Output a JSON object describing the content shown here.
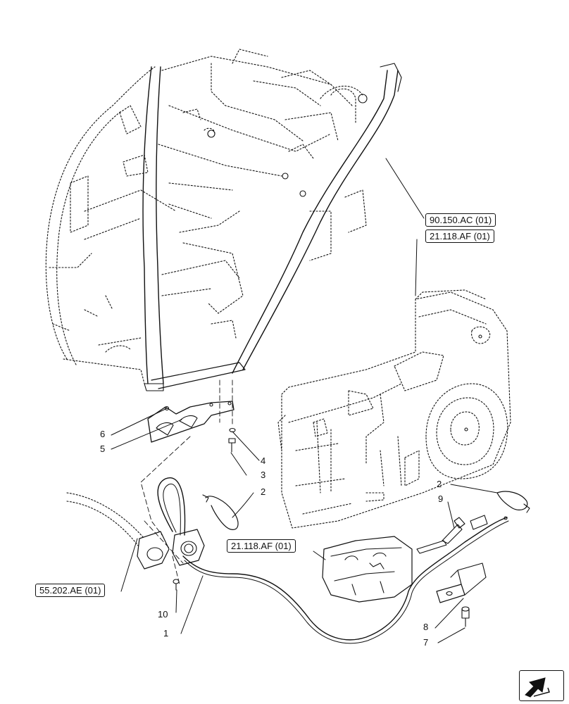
{
  "references": {
    "ref_90_150_ac": "90.150.AC (01)",
    "ref_21_118_af_top": "21.118.AF (01)",
    "ref_21_118_af_mid": "21.118.AF (01)",
    "ref_55_202_ae": "55.202.AE (01)"
  },
  "callouts": {
    "c1": "1",
    "c2_left": "2",
    "c2_right": "2",
    "c3": "3",
    "c4": "4",
    "c5": "5",
    "c6": "6",
    "c7": "7",
    "c8": "8",
    "c9": "9",
    "c10": "10"
  },
  "icons": {
    "nav": "next-page-arrow-icon"
  }
}
